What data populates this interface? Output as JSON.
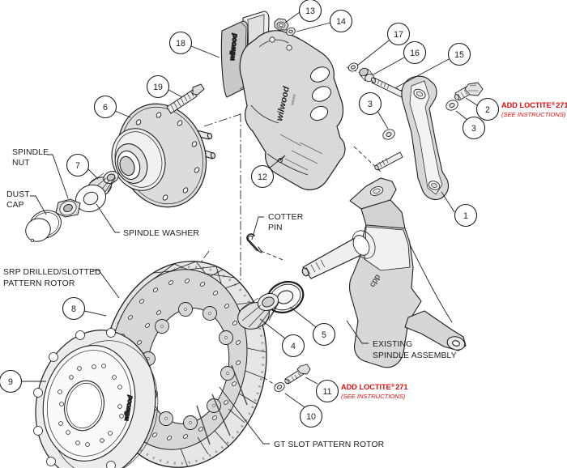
{
  "diagram": {
    "type": "exploded-view technical illustration",
    "subject": "Front disc brake kit and spindle assembly",
    "colors": {
      "line": "#1f1f1f",
      "fill_light": "#dcdcdc",
      "fill_pale": "#efefef",
      "paper": "#ffffff",
      "accent_red": "#dd0b0b"
    },
    "callouts": [
      {
        "number": "1"
      },
      {
        "number": "2"
      },
      {
        "number": "3"
      },
      {
        "number": "3"
      },
      {
        "number": "4"
      },
      {
        "number": "5"
      },
      {
        "number": "6"
      },
      {
        "number": "7"
      },
      {
        "number": "8"
      },
      {
        "number": "9"
      },
      {
        "number": "10"
      },
      {
        "number": "11"
      },
      {
        "number": "12"
      },
      {
        "number": "13"
      },
      {
        "number": "14"
      },
      {
        "number": "15"
      },
      {
        "number": "16"
      },
      {
        "number": "17"
      },
      {
        "number": "18"
      },
      {
        "number": "19"
      }
    ],
    "labels": {
      "spindle_nut_line1": "SPINDLE",
      "spindle_nut_line2": "NUT",
      "dust_cap_line1": "DUST",
      "dust_cap_line2": "CAP",
      "spindle_washer": "SPINDLE WASHER",
      "cotter_pin_line1": "COTTER",
      "cotter_pin_line2": "PIN",
      "existing_line1": "EXISTING",
      "existing_line2": "SPINDLE ASSEMBLY",
      "srp_line1": "SRP DRILLED/SLOTTED",
      "srp_line2": "PATTERN ROTOR",
      "gt_rotor": "GT SLOT PATTERN ROTOR",
      "loctite_name": "ADD LOCTITE",
      "loctite_reg": "®",
      "loctite_num": "271",
      "loctite_sub": "(SEE INSTRUCTIONS)"
    },
    "brands": {
      "pad": "wilwood",
      "caliper": "wilwood",
      "caliper_sub": "RACING",
      "hat": "wilwood",
      "spindle": "cpp"
    }
  }
}
